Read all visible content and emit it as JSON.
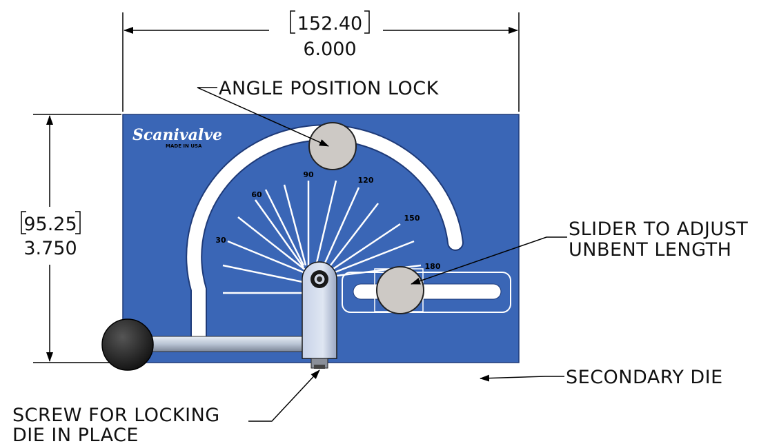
{
  "dimensions": {
    "width_metric": "152.40",
    "width_imperial": "6.000",
    "height_metric": "95.25",
    "height_imperial": "3.750"
  },
  "callouts": {
    "angle_lock": "ANGLE POSITION LOCK",
    "slider_line1": "SLIDER TO ADJUST",
    "slider_line2": "UNBENT LENGTH",
    "secondary_die": "SECONDARY DIE",
    "screw_line1": "SCREW FOR LOCKING",
    "screw_line2": "DIE IN PLACE"
  },
  "plate": {
    "brand": "Scanivalve",
    "brand_sub": "MADE IN USA",
    "color": "#3a66b6",
    "scale_labels": [
      "30",
      "60",
      "90",
      "120",
      "150",
      "180"
    ]
  }
}
